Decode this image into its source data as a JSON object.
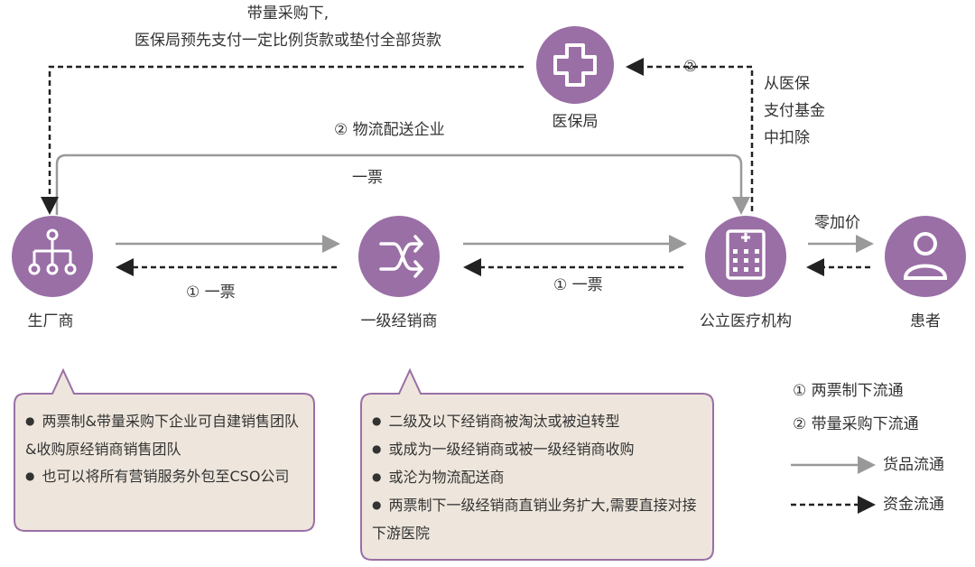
{
  "colors": {
    "node": "#9a6fa6",
    "bubble_bg": "#eee6dc",
    "bubble_border": "#9a6fa6",
    "goods_line": "#999999",
    "money_line": "#222222"
  },
  "nodes": {
    "manufacturer": {
      "label": "生厂商",
      "icon": "hierarchy-icon"
    },
    "distributor": {
      "label": "一级经销商",
      "icon": "shuffle-icon"
    },
    "hospital": {
      "label": "公立医疗机构",
      "icon": "hospital-building-icon"
    },
    "patient": {
      "label": "患者",
      "icon": "person-icon"
    },
    "insurance": {
      "label": "医保局",
      "icon": "medical-cross-icon"
    }
  },
  "edges": {
    "top_payment": {
      "line1": "带量采购下,",
      "line2": "医保局预先支付一定比例货款或垫付全部货款"
    },
    "insurance_marker": "②",
    "fund_deduction": [
      "从医保",
      "支付基金",
      "中扣除"
    ],
    "logistics_title": "② 物流配送企业",
    "logistics_ticket": "一票",
    "left_ticket": "① 一票",
    "right_ticket": "① 一票",
    "zero_markup": "零加价"
  },
  "bubbles": {
    "left": [
      "两票制&带量采购下企业可自建销售团队&收购原经销商销售团队",
      "也可以将所有营销服务外包至CSO公司"
    ],
    "right": [
      "二级及以下经销商被淘汰或被迫转型",
      "或成为一级经销商或被一级经销商收购",
      "或沦为物流配送商",
      "两票制下一级经销商直销业务扩大,需要直接对接下游医院"
    ]
  },
  "legend": {
    "item1": "①  两票制下流通",
    "item2": "②  带量采购下流通",
    "goods": "货品流通",
    "money": "资金流通"
  }
}
